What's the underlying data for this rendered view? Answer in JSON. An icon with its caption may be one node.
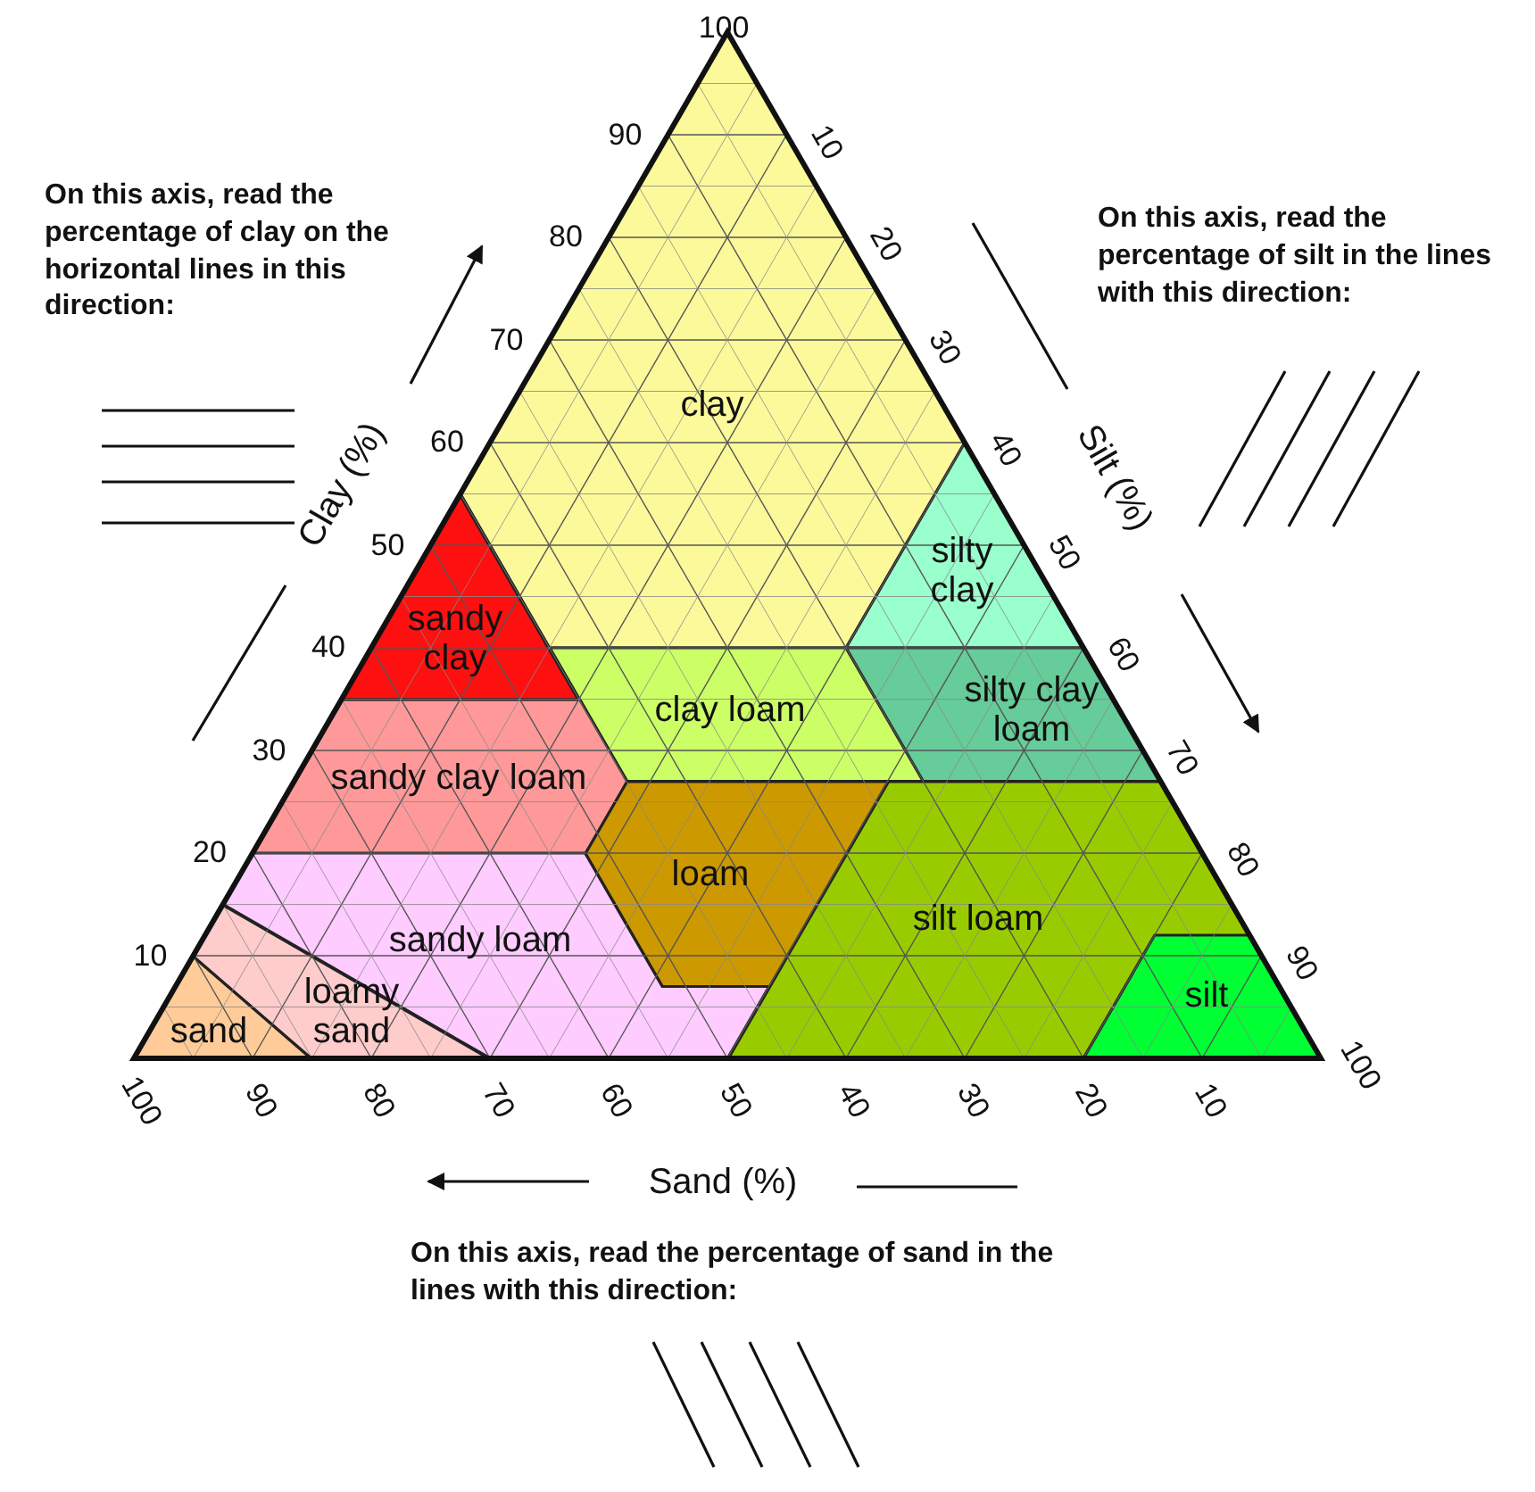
{
  "diagram": {
    "nodes": [
      {
        "text": [
          "clay"
        ]
      },
      {
        "text": [
          "silty clay"
        ]
      },
      {
        "text": [
          "sandy clay"
        ]
      },
      {
        "text": [
          "clay loam"
        ]
      },
      {
        "text": [
          "silty clay loam"
        ]
      },
      {
        "text": [
          "sandy clay loam"
        ]
      },
      {
        "text": [
          "loam"
        ]
      },
      {
        "text": [
          "silt loam"
        ]
      },
      {
        "text": [
          "sandy loam"
        ]
      },
      {
        "text": [
          "loamy sand"
        ]
      },
      {
        "text": [
          "sand"
        ]
      },
      {
        "text": [
          "silt"
        ]
      }
    ],
    "labels": [
      "On this axis, read the percentage of clay on the horizontal lines in this direction:",
      "On this axis, read the percentage of silt in the lines with this direction:",
      "100",
      "90",
      "80",
      "70",
      "60",
      "50",
      "40",
      "30",
      "20",
      "10",
      "10",
      "20",
      "30",
      "40",
      "50",
      "60",
      "70",
      "80",
      "90",
      "100",
      "Clay (%)",
      "Silt (%)",
      "100",
      "90",
      "80",
      "70",
      "60",
      "50",
      "40",
      "30",
      "20",
      "10",
      "Sand (%)",
      "On this axis, read the percentage of sand in the lines with this direction:"
    ]
  }
}
